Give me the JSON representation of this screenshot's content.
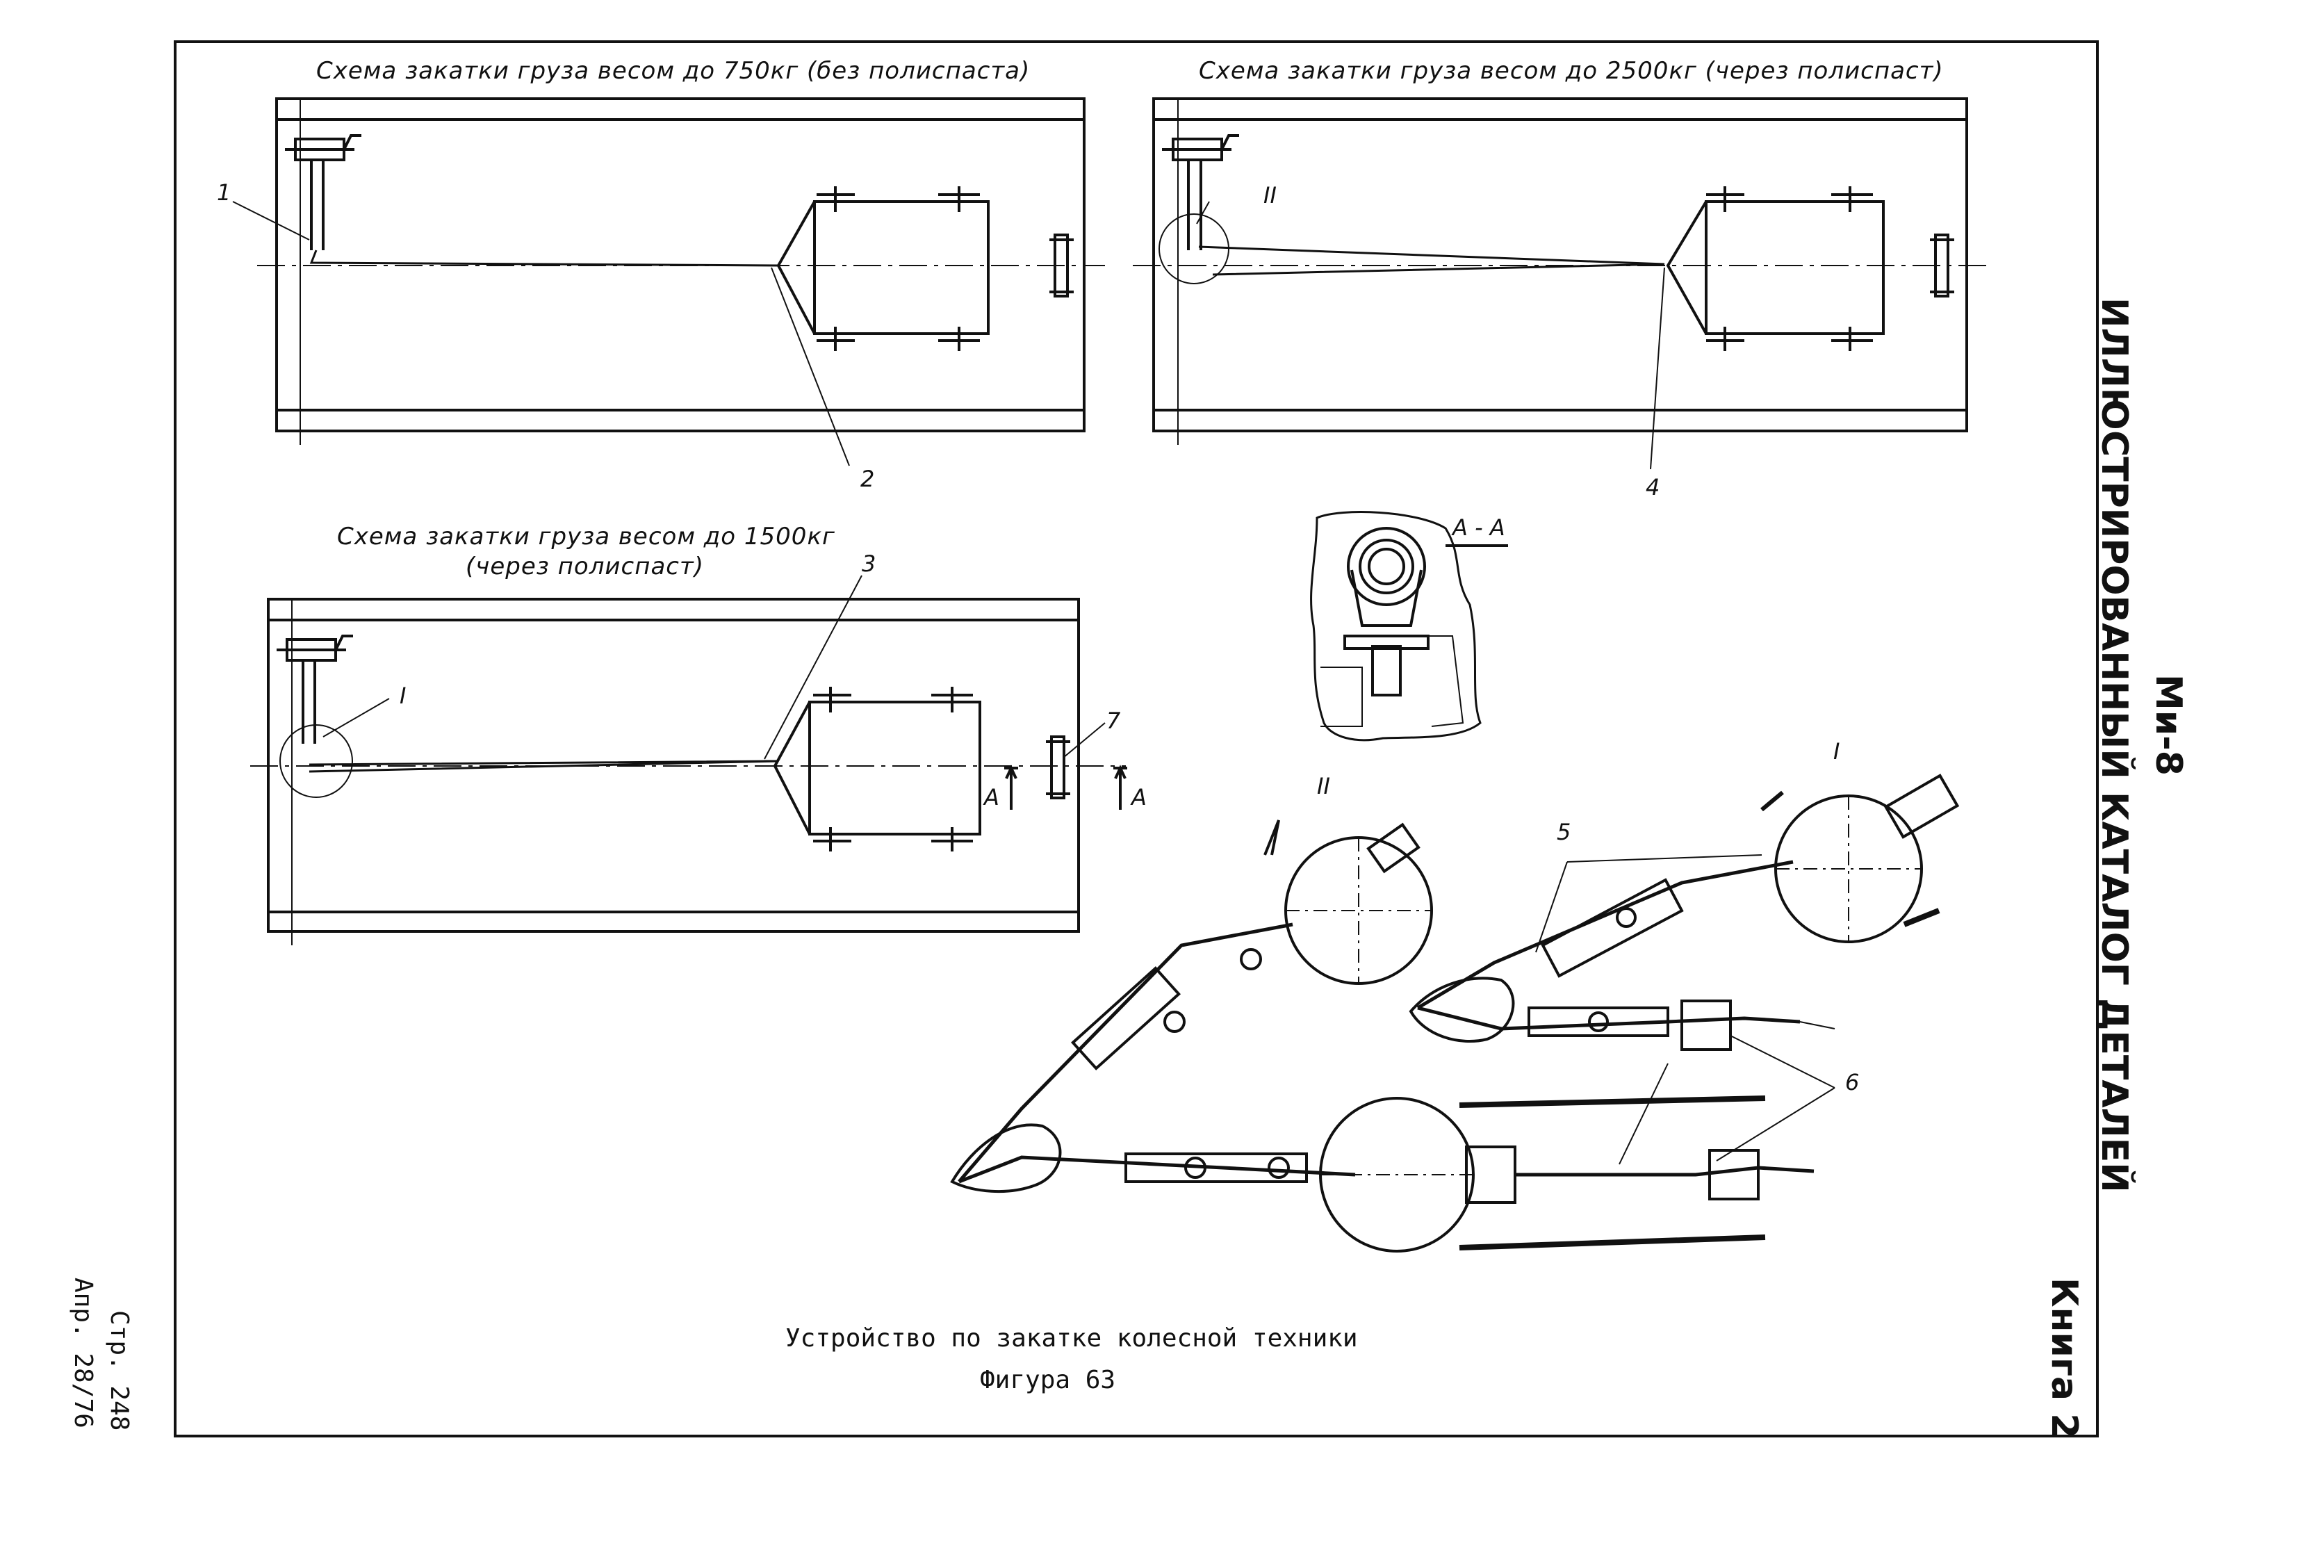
{
  "schemes": {
    "s750": "Схема закатки груза весом до 750кг (без полиспаста)",
    "s2500": "Схема закатки груза весом до 2500кг (через полиспаст)",
    "s1500_line1": "Схема закатки груза весом до 1500кг",
    "s1500_line2": "(через полиспаст)"
  },
  "callouts": {
    "c1": "1",
    "c2": "2",
    "c3": "3",
    "c4": "4",
    "c5": "5",
    "c6": "6",
    "c7": "7",
    "roman1a": "I",
    "roman2a": "II",
    "roman1b": "I",
    "roman2b": "II",
    "sectionA1": "A",
    "sectionA2": "A",
    "sectionAA": "A - A"
  },
  "caption": {
    "line1": "Устройство по закатке колесной техники",
    "line2": "Фигура 63"
  },
  "side": {
    "model": "Ми-8",
    "catalog": "ИЛЛЮСТРИРОВАННЫЙ КАТАЛОГ ДЕТАЛЕЙ",
    "book": "Книга 2"
  },
  "page": {
    "page_no": "Стр. 248",
    "date": "Апр. 28/76"
  }
}
